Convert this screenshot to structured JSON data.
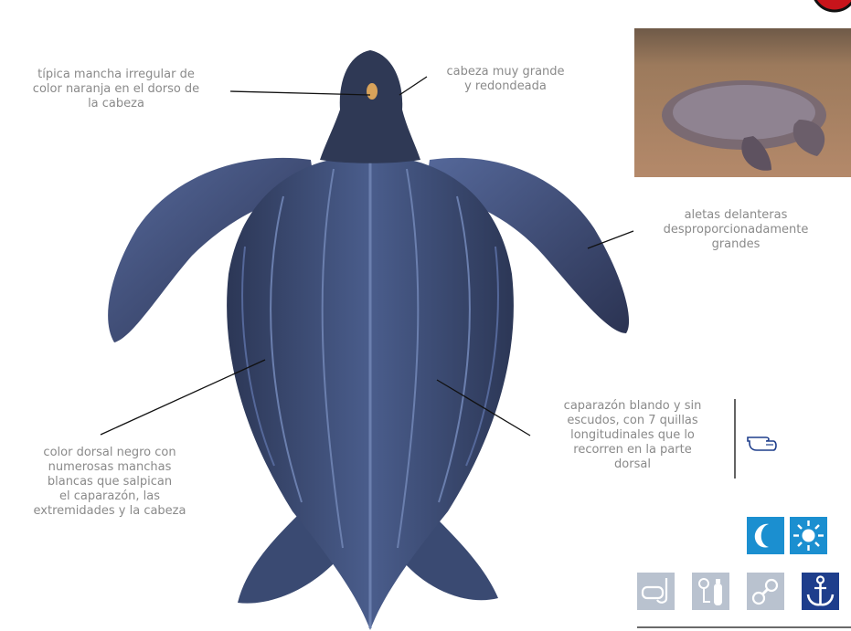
{
  "annotations": {
    "head_spot": "típica mancha irregular de\ncolor naranja en el dorso de\nla cabeza",
    "head_size": "cabeza muy grande\ny redondeada",
    "front_flippers": "aletas delanteras\ndesproporcionadamente\ngrandes",
    "dorsal_color": "color dorsal negro con\nnumerosas manchas\nblancas que salpican\nel caparazón, las\nextremidades y la cabeza",
    "carapace": "caparazón blando y sin\nescudos, con 7 quillas\nlongitudinales que lo\nrecorren en la parte\ndorsal"
  },
  "icons": [
    {
      "name": "moon-icon",
      "color": "#1b8fd0"
    },
    {
      "name": "sun-icon",
      "color": "#1b8fd0"
    },
    {
      "name": "snorkel-icon",
      "color": "#b9c2cf"
    },
    {
      "name": "scuba-tank-icon",
      "color": "#b9c2cf"
    },
    {
      "name": "binoculars-icon",
      "color": "#b9c2cf"
    },
    {
      "name": "anchor-icon",
      "color": "#1e3e8c"
    }
  ],
  "pointer": {
    "name": "pointing-hand-icon"
  },
  "colors": {
    "label_text": "#8a8a8a",
    "turtle_body": "#3a4a6e",
    "badge": "#c8141b"
  }
}
